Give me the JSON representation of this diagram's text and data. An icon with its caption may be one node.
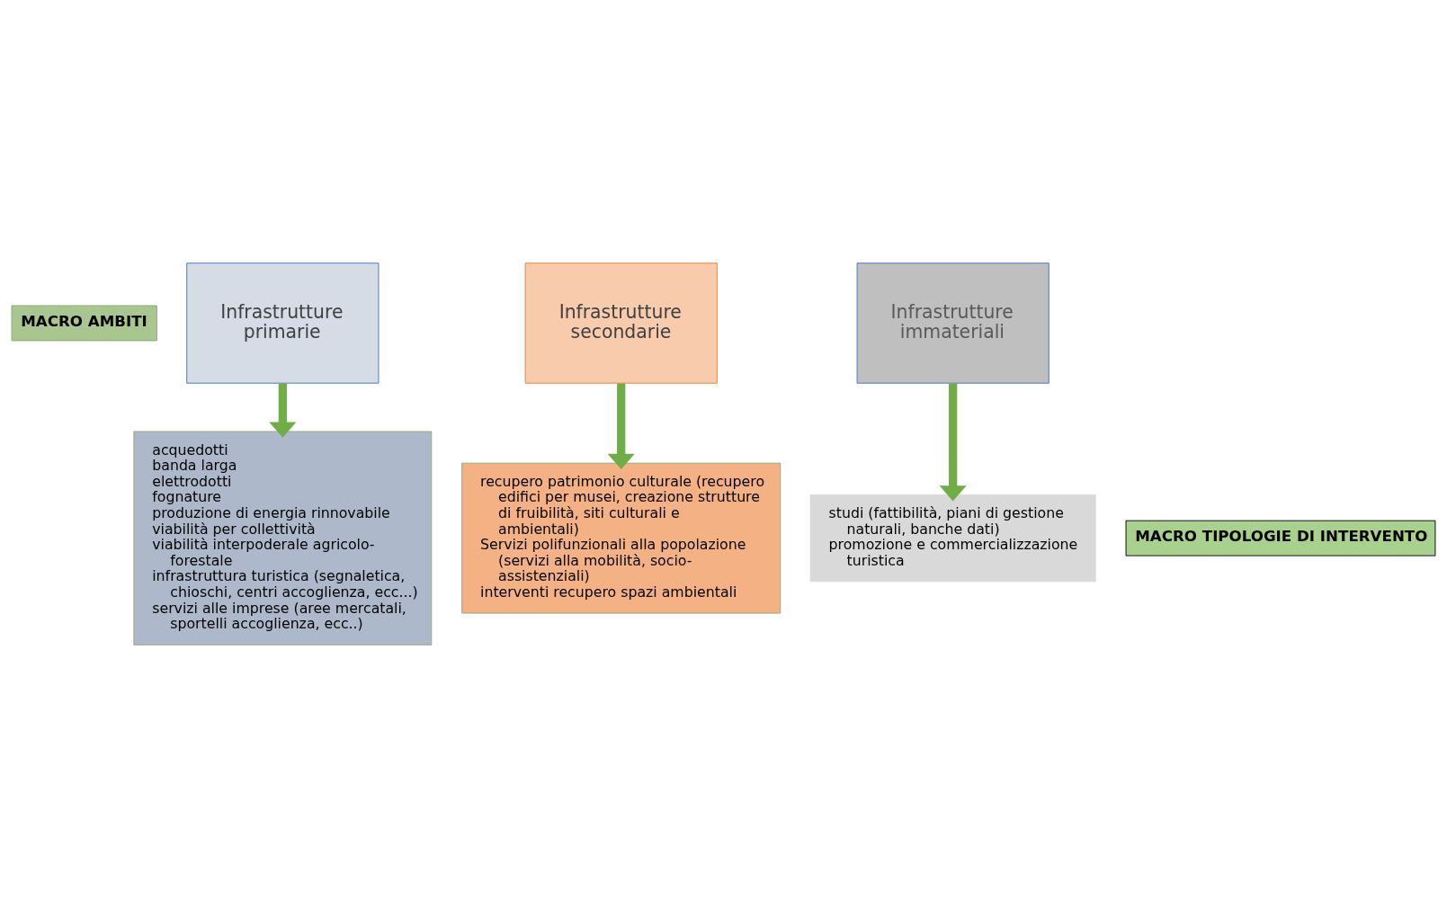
{
  "diagram": {
    "nodes": [
      {
        "text": [
          "MACRO AMBITI"
        ]
      },
      {
        "text": [
          "Infrastrutture primarie"
        ]
      },
      {
        "text": [
          "Infrastrutture secondarie"
        ]
      },
      {
        "text": [
          "Infrastrutture immateriali"
        ]
      },
      {
        "text": [
          "MACRO TIPOLOGIE DI INTERVENTO"
        ]
      },
      {
        "text": [
          "acquedotti",
          "banda larga",
          "elettrodotti",
          "fognature",
          "produzione di energia rinnovabile",
          "viabilità per collettività",
          "viabilità interpoderale agricolo- forestale",
          "infrastruttura turistica (segnaletica, chioschi, centri accoglienza, ecc...)",
          "servizi alle imprese (aree mercatali, sportelli accoglienza, ecc..)"
        ]
      },
      {
        "text": [
          "recupero patrimonio culturale (recupero edifici per musei, creazione strutture di fruibilità, siti culturali e ambientali)",
          "Servizi polifunzionali alla popolazione (servizi alla mobilità, socio-assistenziali)",
          "interventi recupero spazi ambientali"
        ]
      },
      {
        "text": [
          "studi (fattibilità, piani di gestione naturali, banche dati)",
          "promozione e commercializzazione turistica"
        ]
      }
    ],
    "edges": [
      {
        "from": 1,
        "to": 5,
        "arrow": "to"
      },
      {
        "from": 2,
        "to": 6,
        "arrow": "to"
      },
      {
        "from": 3,
        "to": 7,
        "arrow": "to"
      }
    ]
  }
}
